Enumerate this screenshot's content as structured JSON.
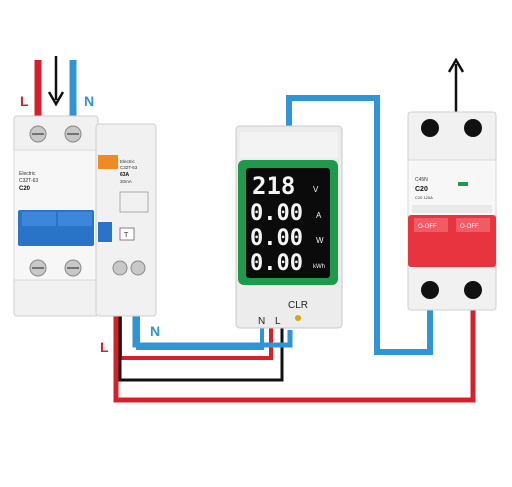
{
  "wire_labels": {
    "top_live": "L",
    "top_neutral": "N",
    "bottom_live": "L",
    "bottom_neutral": "N",
    "meter_neutral": "N",
    "meter_live": "L"
  },
  "left_breaker": {
    "brand": "Electric",
    "model": "C32T-63",
    "rating": "C20",
    "rcd_brand": "Electric",
    "rcd_model": "C32T-63",
    "rcd_rating": "63A",
    "rcd_sensitivity": "30mA",
    "test_label": "T"
  },
  "meter": {
    "readings": [
      {
        "value": "218",
        "unit": "V"
      },
      {
        "value": "0.00",
        "unit": "A"
      },
      {
        "value": "0.00",
        "unit": "W"
      },
      {
        "value": "0.00",
        "unit": "kWh"
      }
    ],
    "clr_label": "CLR"
  },
  "right_breaker": {
    "model": "C45N",
    "rating": "C20",
    "rating_small": "C20 120A",
    "off_label_left": "O-OFF",
    "off_label_right": "O-OFF"
  },
  "colors": {
    "live": "#d6202b",
    "neutral": "#2f95d6",
    "black": "#111111",
    "lcd_frame": "#1f9a4c",
    "lcd_bg": "#0b0b0b",
    "breaker_blue": "#2a74c8",
    "breaker_red": "#e8343f"
  },
  "icons": [
    "arrow-down-icon",
    "arrow-up-icon",
    "screw-terminal-icon"
  ]
}
